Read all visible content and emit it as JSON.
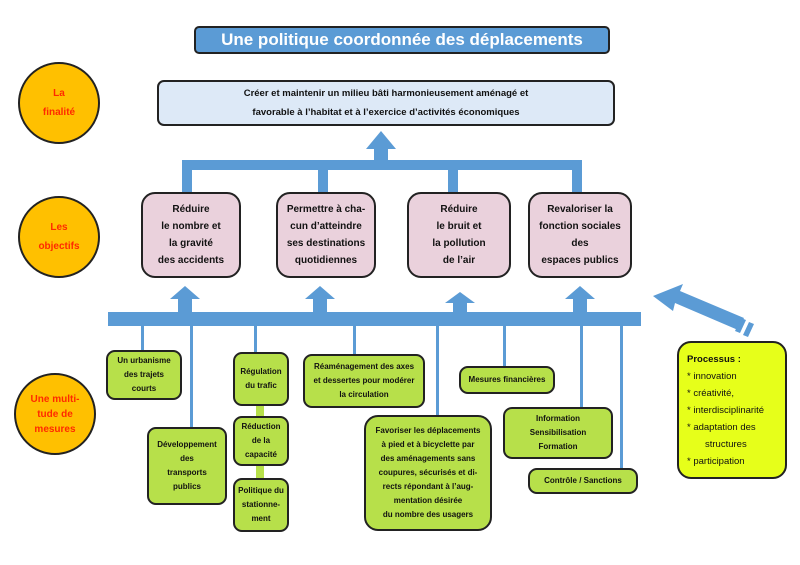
{
  "title": "Une politique coordonnée des déplacements",
  "levels": {
    "finalite": [
      "La",
      "finalité"
    ],
    "objectifs": [
      "Les",
      "objectifs"
    ],
    "mesures": [
      "Une multi-",
      "tude de",
      "mesures"
    ]
  },
  "goal": [
    "Créer et maintenir un milieu bâti harmonieusement aménagé et",
    "favorable à l’habitat et à l’exercice d’activités économiques"
  ],
  "objectives": [
    {
      "lines": [
        "Réduire",
        "le nombre et",
        "la gravité",
        "des accidents"
      ]
    },
    {
      "lines": [
        "Permettre à cha-",
        "cun d’atteindre",
        "ses destinations",
        "quotidiennes"
      ]
    },
    {
      "lines": [
        "Réduire",
        "le bruit et",
        "la pollution",
        "de l’air"
      ]
    },
    {
      "lines": [
        "Revaloriser la",
        "fonction sociales",
        "des",
        "espaces publics"
      ]
    }
  ],
  "measures": {
    "urbanisme": [
      "Un urbanisme",
      "des trajets",
      "courts"
    ],
    "transports": [
      "Développement",
      "des",
      "transports",
      "publics"
    ],
    "regulation": [
      "Régulation",
      "du trafic"
    ],
    "reduction": [
      "Réduction",
      "de la",
      "capacité"
    ],
    "stationnement": [
      "Politique du",
      "stationne-",
      "ment"
    ],
    "reamenagement": [
      "Réaménagement des axes",
      "et dessertes pour modérer",
      "la circulation"
    ],
    "favoriser": [
      "Favoriser les déplacements",
      "à pied et à bicyclette par",
      "des aménagements sans",
      "coupures, sécurisés et di-",
      "rects répondant à l’aug-",
      "mentation désirée",
      "du nombre des usagers"
    ],
    "financieres": [
      "Mesures financières"
    ],
    "information": [
      "Information",
      "Sensibilisation",
      "Formation"
    ],
    "controle": [
      "Contrôle / Sanctions"
    ]
  },
  "process": {
    "heading": "Processus :",
    "items": [
      "* innovation",
      "* créativité,",
      "* interdisciplinarité",
      "* adaptation des",
      "structures",
      "* participation"
    ]
  },
  "colors": {
    "connector": "#5b9bd5",
    "level_circle": "#ffc000",
    "level_text": "#ff2a00",
    "goal_fill": "#dde9f7",
    "objective_fill": "#ead1dc",
    "measure_fill": "#b7e04a",
    "process_fill": "#e6ff1a"
  }
}
